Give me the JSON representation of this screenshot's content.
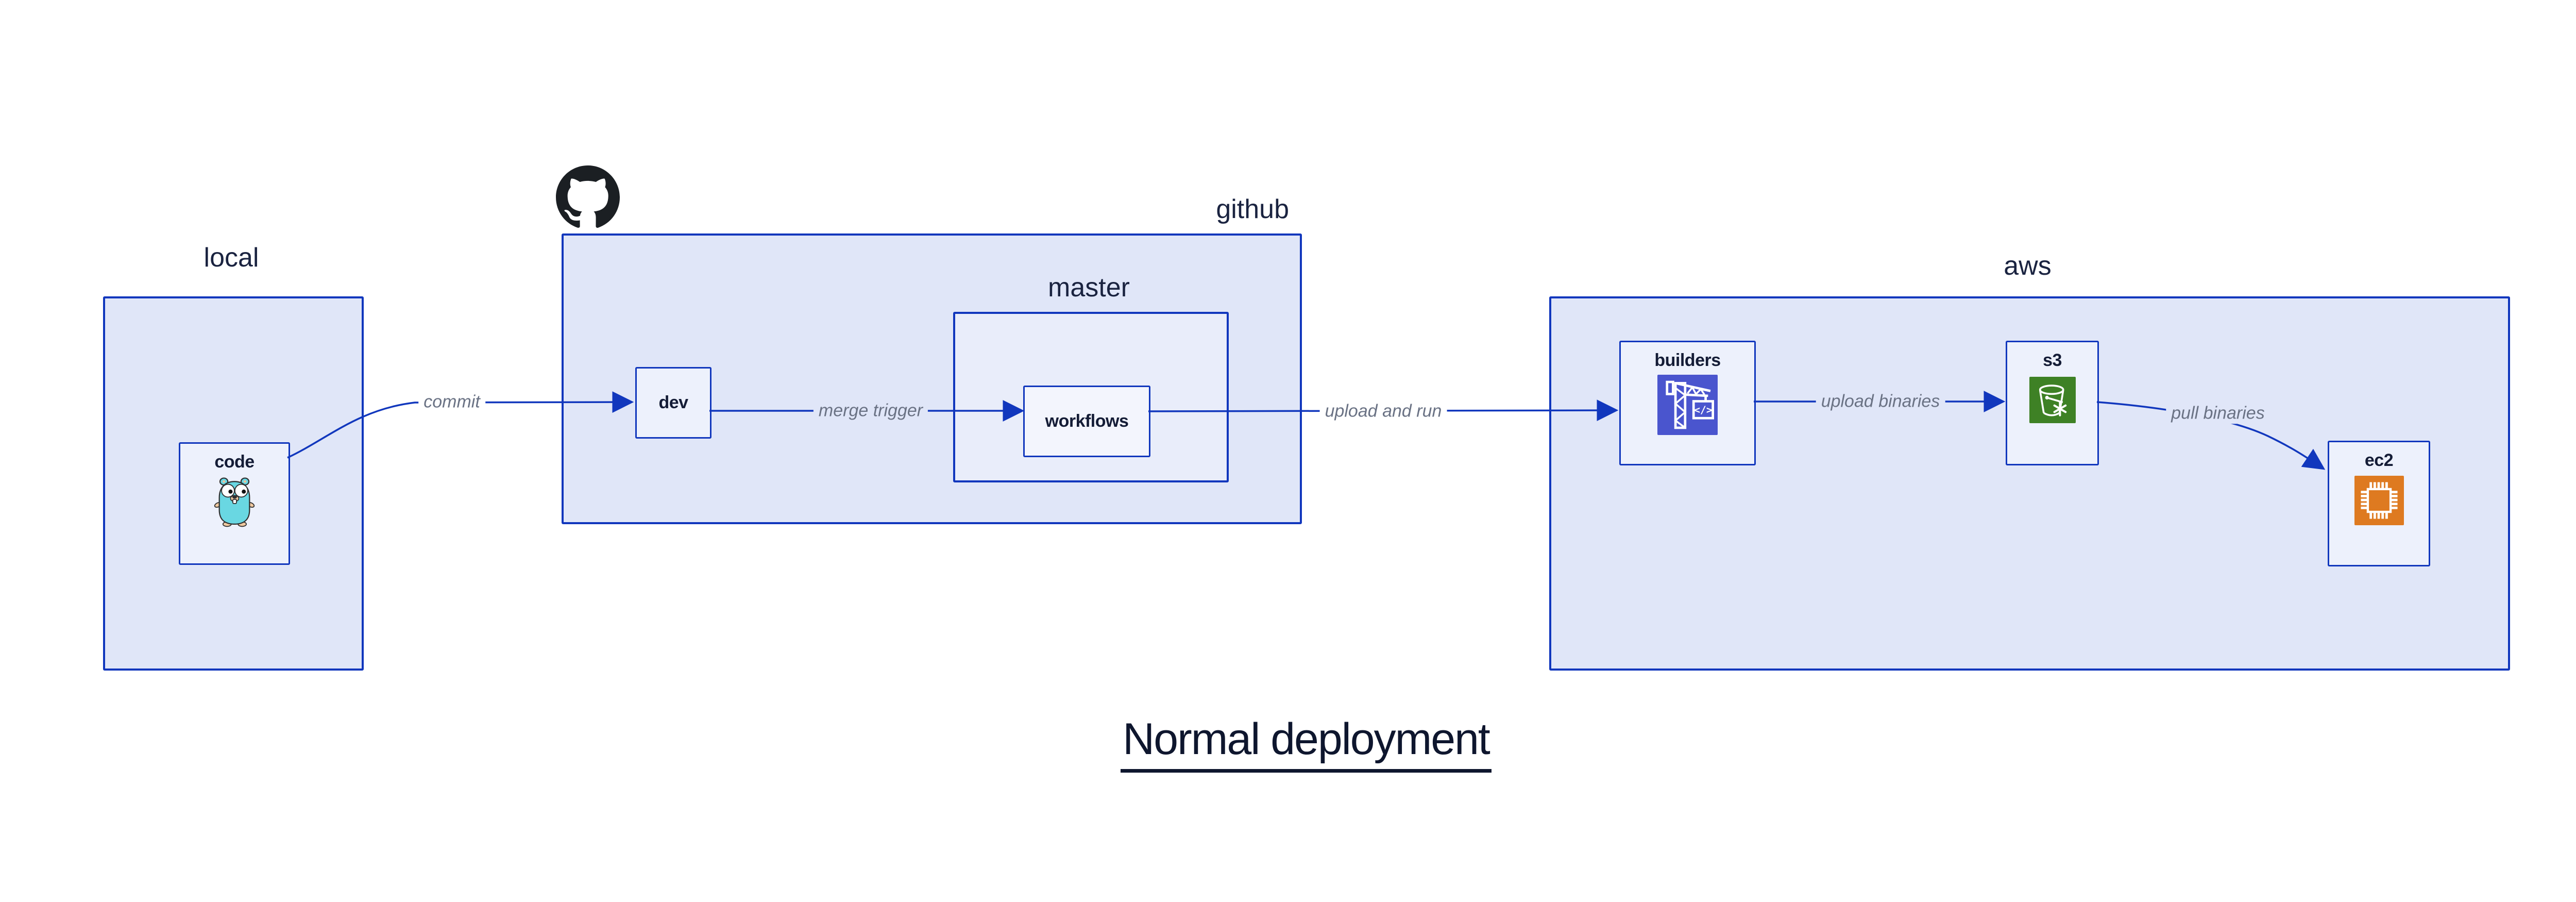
{
  "title": "Normal deployment",
  "groups": {
    "local": {
      "label": "local"
    },
    "github": {
      "label": "github"
    },
    "master": {
      "label": "master"
    },
    "aws": {
      "label": "aws"
    }
  },
  "nodes": {
    "code": {
      "label": "code"
    },
    "dev": {
      "label": "dev"
    },
    "workflows": {
      "label": "workflows"
    },
    "builders": {
      "label": "builders"
    },
    "s3": {
      "label": "s3"
    },
    "ec2": {
      "label": "ec2"
    }
  },
  "edges": {
    "commit": {
      "label": "commit",
      "from": "code",
      "to": "dev"
    },
    "merge_trigger": {
      "label": "merge trigger",
      "from": "dev",
      "to": "workflows"
    },
    "upload_and_run": {
      "label": "upload and run",
      "from": "workflows",
      "to": "builders"
    },
    "upload_binaries": {
      "label": "upload binaries",
      "from": "builders",
      "to": "s3"
    },
    "pull_binaries": {
      "label": "pull binaries",
      "from": "s3",
      "to": "ec2"
    }
  },
  "icons": {
    "github_logo": "github-octocat",
    "code_icon": "go-gopher",
    "builders_icon": "aws-codebuild-crane",
    "builders_glyph": "</>",
    "s3_icon": "s3-bucket-snowflake",
    "ec2_icon": "ec2-chip"
  },
  "colors": {
    "accent_blue": "#1137bd",
    "group_fill": "#e0e6f8",
    "node_fill": "#edf1fc",
    "nested_node_fill": "#f3f5fd",
    "edge_label_gray": "#6a7284",
    "text_navy": "#141c36",
    "builders_icon_bg": "#4a55ce",
    "s3_icon_bg": "#3e8125",
    "ec2_icon_bg": "#de7a20",
    "gopher_teal": "#69d7e2",
    "github_black": "#1b1f23"
  }
}
